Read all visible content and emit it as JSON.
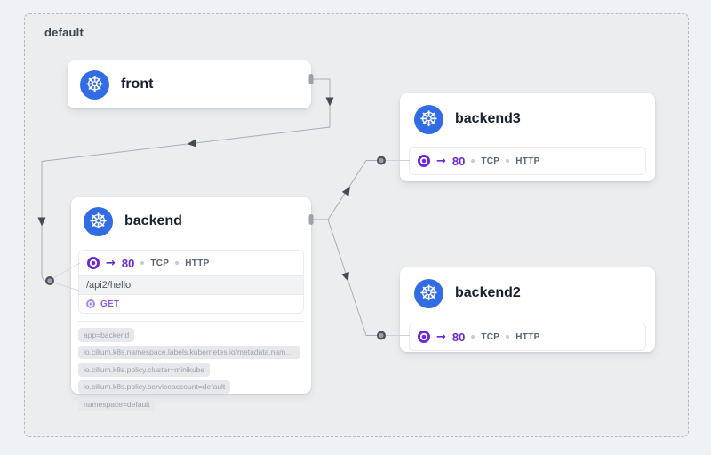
{
  "frame": {
    "label": "default"
  },
  "icons": {
    "kubernetes_glyph": "☸",
    "arrow_glyph": "→"
  },
  "colors": {
    "accent_purple": "#6d28d9",
    "method_purple": "#8b5cf6",
    "k8s_blue": "#326ce5",
    "edge_gray": "#a9aeb7",
    "arrowhead_dark": "#434b59"
  },
  "nodes": {
    "front": {
      "title": "front"
    },
    "backend": {
      "title": "backend",
      "port": {
        "number": "80",
        "protocols": [
          "TCP",
          "HTTP"
        ]
      },
      "endpoint": {
        "path": "/api2/hello",
        "method": "GET"
      },
      "labels": [
        "app=backend",
        "io.cilium.k8s.namespace.labels.kubernetes.io/metadata.name=def...",
        "io.cilium.k8s.policy.cluster=minikube",
        "io.cilium.k8s.policy.serviceaccount=default",
        "namespace=default"
      ]
    },
    "backend3": {
      "title": "backend3",
      "port": {
        "number": "80",
        "protocols": [
          "TCP",
          "HTTP"
        ]
      }
    },
    "backend2": {
      "title": "backend2",
      "port": {
        "number": "80",
        "protocols": [
          "TCP",
          "HTTP"
        ]
      }
    }
  }
}
